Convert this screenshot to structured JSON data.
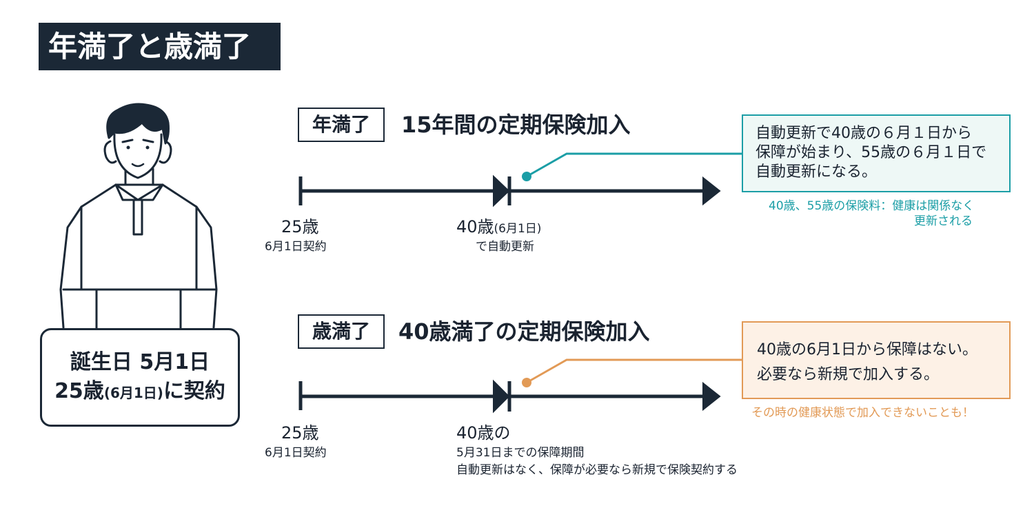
{
  "title": "年満了と歳満了",
  "person": {
    "birth_line1": "誕生日 5月1日",
    "birth_line2_main": "25歳",
    "birth_line2_paren": "(6月1日)",
    "birth_line2_tail": "に契約"
  },
  "nen_manryo": {
    "tag": "年満了",
    "heading": "15年間の定期保険加入",
    "start_age": "25歳",
    "start_note": "6月1日契約",
    "mid_age": "40歳",
    "mid_paren": "(6月1日)",
    "mid_note": "で自動更新",
    "callout_lines": [
      "自動更新で40歳の６月１日から",
      "保障が始まり、55歳の６月１日で",
      "自動更新になる。"
    ],
    "note_line1": "40歳、55歳の保険料：健康は関係なく",
    "note_line2": "更新される"
  },
  "sai_manryo": {
    "tag": "歳満了",
    "heading": "40歳満了の定期保険加入",
    "start_age": "25歳",
    "start_note": "6月1日契約",
    "mid_age": "40歳の",
    "mid_note1": "5月31日までの保障期間",
    "mid_note2": "自動更新はなく、保障が必要なら新規で保険契約する",
    "callout_lines": [
      "40歳の6月1日から保障はない。",
      "必要なら新規で加入する。"
    ],
    "note": "その時の健康状態で加入できないことも！"
  },
  "colors": {
    "navy": "#1b2836",
    "teal": "#1b9ea6",
    "teal_bg": "#eef8f6",
    "orange": "#e29a56",
    "orange_bg": "#fdf1e6"
  },
  "icons": [
    "person-illustration",
    "arrow-right-icon",
    "marker-dot-icon"
  ]
}
